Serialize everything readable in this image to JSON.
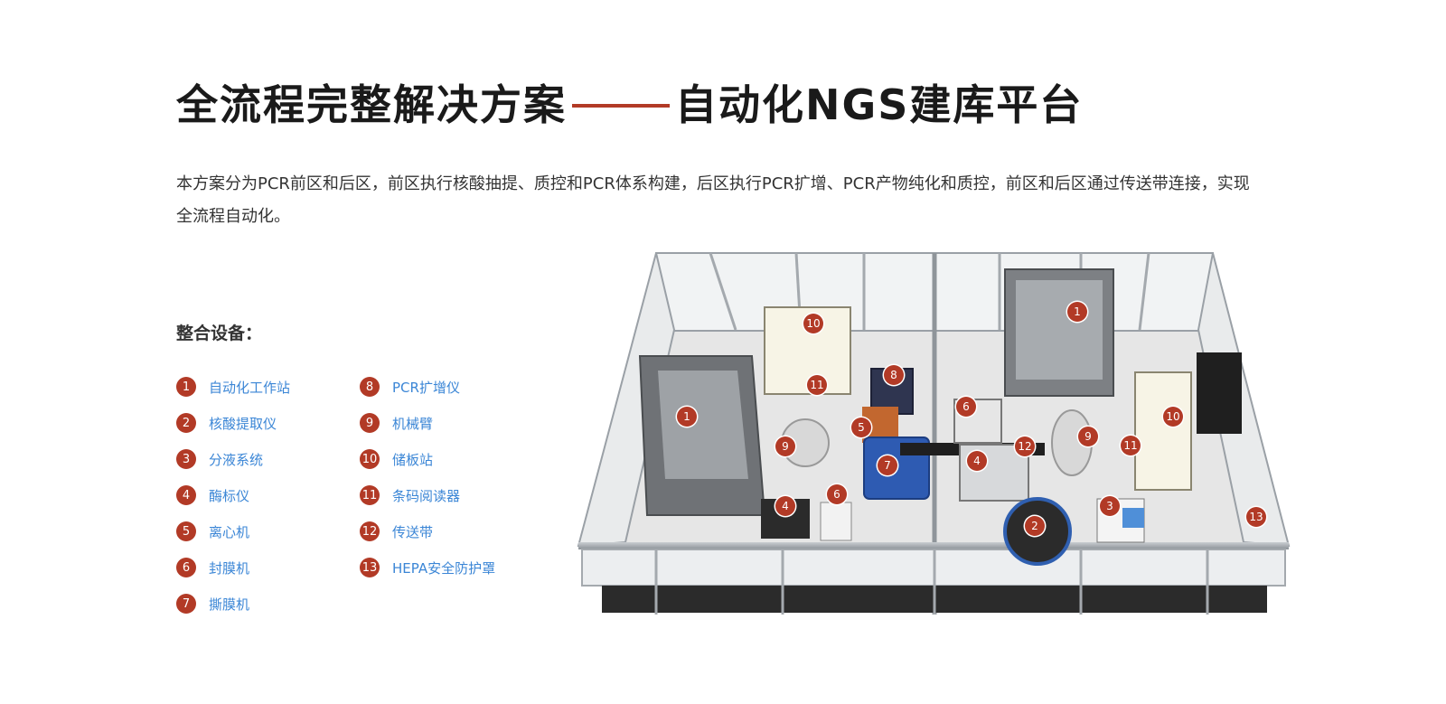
{
  "title": {
    "part1": "全流程完整解决方案",
    "part2": "自动化NGS建库平台"
  },
  "description": "本方案分为PCR前区和后区，前区执行核酸抽提、质控和PCR体系构建，后区执行PCR扩增、PCR产物纯化和质控，前区和后区通过传送带连接，实现全流程自动化。",
  "legend": {
    "title": "整合设备：",
    "items": [
      {
        "num": "1",
        "label": "自动化工作站"
      },
      {
        "num": "2",
        "label": "核酸提取仪"
      },
      {
        "num": "3",
        "label": "分液系统"
      },
      {
        "num": "4",
        "label": "酶标仪"
      },
      {
        "num": "5",
        "label": "离心机"
      },
      {
        "num": "6",
        "label": "封膜机"
      },
      {
        "num": "7",
        "label": "撕膜机"
      },
      {
        "num": "8",
        "label": "PCR扩增仪"
      },
      {
        "num": "9",
        "label": "机械臂"
      },
      {
        "num": "10",
        "label": "储板站"
      },
      {
        "num": "11",
        "label": "条码阅读器"
      },
      {
        "num": "12",
        "label": "传送带"
      },
      {
        "num": "13",
        "label": "HEPA安全防护罩"
      }
    ]
  },
  "markers": [
    "1",
    "10",
    "11",
    "8",
    "5",
    "9",
    "7",
    "4",
    "6",
    "1",
    "6",
    "12",
    "9",
    "10",
    "11",
    "4",
    "3",
    "2",
    "13"
  ],
  "colors": {
    "accent": "#b23a26",
    "link": "#3b86d6"
  }
}
